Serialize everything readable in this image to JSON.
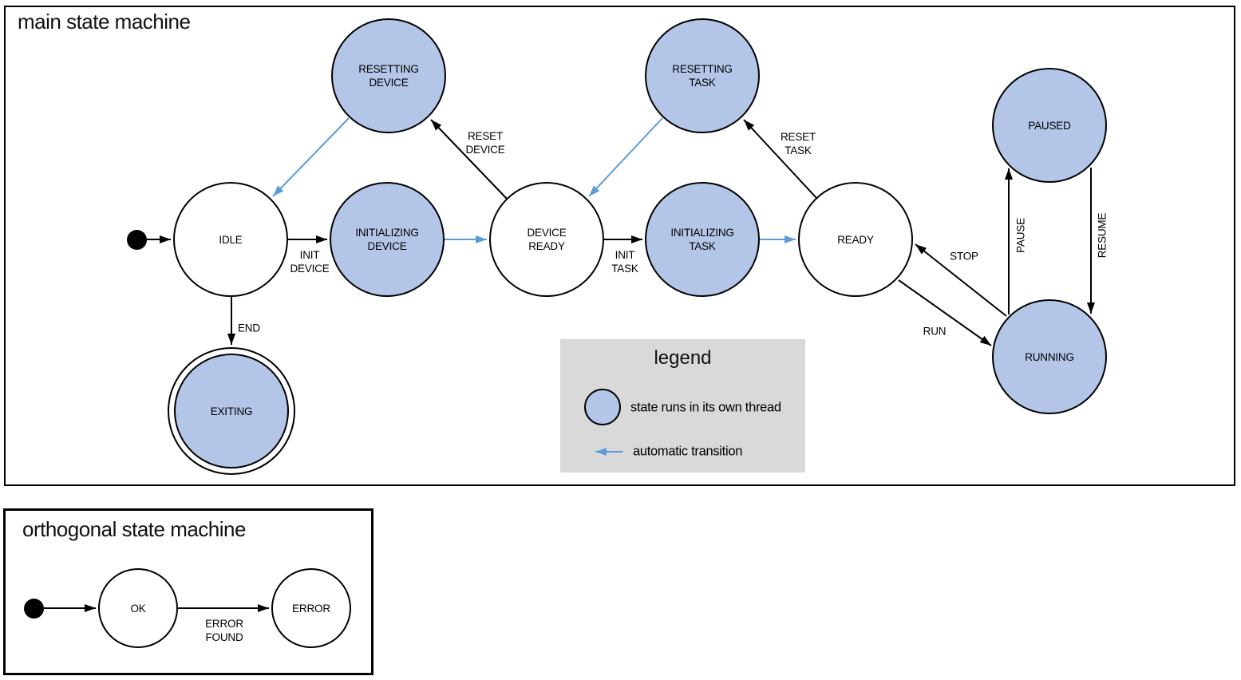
{
  "colors": {
    "threaded-fill": "#b3c6e7",
    "auto-blue": "#5b9bd5",
    "edge-black": "#000000",
    "legend-bg": "#d9d9d9",
    "canvas-bg": "#ffffff"
  },
  "main_machine": {
    "title": "main state machine",
    "states": {
      "idle": {
        "label": "IDLE"
      },
      "resetting_device": {
        "label": "RESETTING\nDEVICE"
      },
      "initializing_device": {
        "label": "INITIALIZING\nDEVICE"
      },
      "device_ready": {
        "label": "DEVICE\nREADY"
      },
      "resetting_task": {
        "label": "RESETTING\nTASK"
      },
      "initializing_task": {
        "label": "INITIALIZING\nTASK"
      },
      "ready": {
        "label": "READY"
      },
      "paused": {
        "label": "PAUSED"
      },
      "running": {
        "label": "RUNNING"
      },
      "exiting": {
        "label": "EXITING"
      }
    },
    "transition_labels": {
      "init_device": "INIT\nDEVICE",
      "reset_device": "RESET\nDEVICE",
      "init_task": "INIT\nTASK",
      "reset_task": "RESET\nTASK",
      "run": "RUN",
      "stop": "STOP",
      "pause": "PAUSE",
      "resume": "RESUME",
      "end": "END"
    }
  },
  "legend": {
    "title": "legend",
    "thread_item_label": "state runs in its own thread",
    "auto_item_label": "automatic transition"
  },
  "orthogonal_machine": {
    "title": "orthogonal state machine",
    "states": {
      "ok": {
        "label": "OK"
      },
      "error": {
        "label": "ERROR"
      }
    },
    "transition_labels": {
      "error_found": "ERROR\nFOUND"
    }
  }
}
